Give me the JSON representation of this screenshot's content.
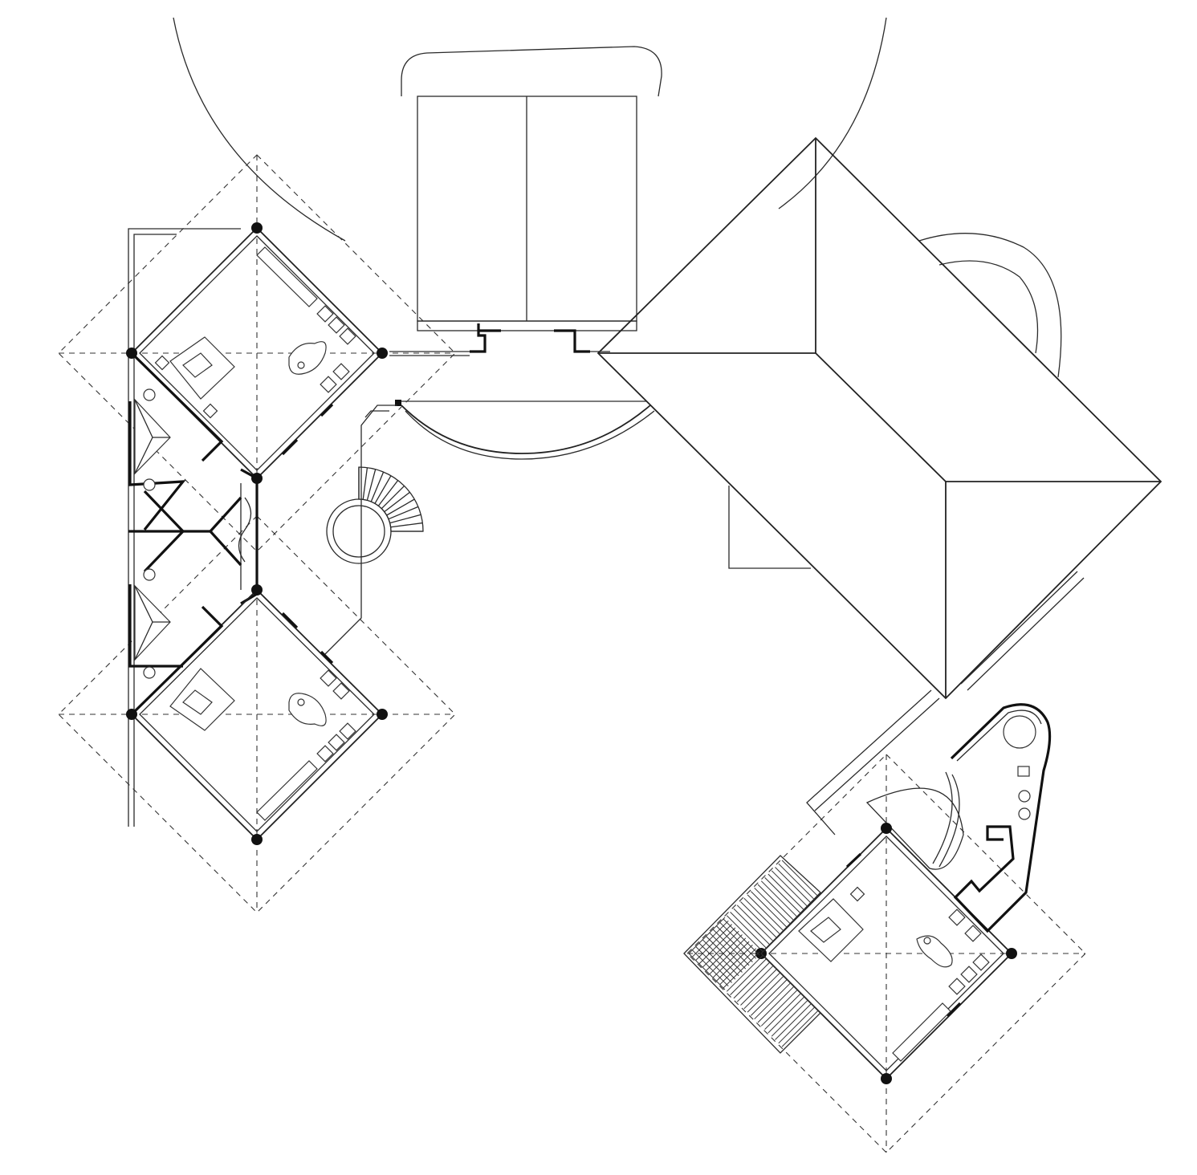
{
  "drawing": {
    "type": "architectural floor plan",
    "text_labels": []
  },
  "elements": {
    "garage": "roof-block",
    "main_house": "hip-roof",
    "wing_rooms": [
      "guest-room-upper",
      "guest-room-lower",
      "master-suite"
    ],
    "circulation": [
      "spiral-stair",
      "curved-gallery",
      "corridor"
    ]
  },
  "colors": {
    "line": "#2a2a2a",
    "wall": "#111111",
    "background": "#ffffff"
  }
}
